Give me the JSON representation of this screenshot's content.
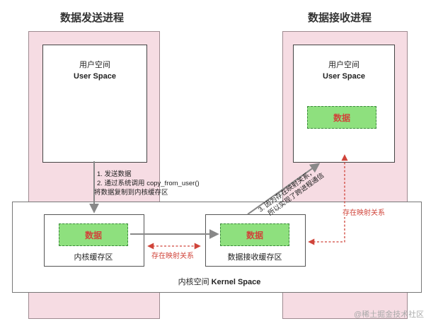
{
  "send_process": {
    "title": "数据发送进程",
    "user_space_cn": "用户空间",
    "user_space_en": "User Space"
  },
  "recv_process": {
    "title": "数据接收进程",
    "user_space_cn": "用户空间",
    "user_space_en": "User Space",
    "data_label": "数据"
  },
  "steps": {
    "step1": "1.  发送数据",
    "step2": "2.  通过系统调用 copy_from_user()",
    "step2b": "将数据复制到内核缓存区"
  },
  "step3": {
    "line1": "3. 因为存在映射关系，",
    "line2": "所以实现了跨进程通信"
  },
  "kernel": {
    "label_cn": "内核空间",
    "label_en": "Kernel Space",
    "kernel_buffer_label": "内核缓存区",
    "kernel_buffer_data": "数据",
    "recv_buffer_label": "数据接收缓存区",
    "recv_buffer_data": "数据"
  },
  "mapping": {
    "middle": "存在映射关系",
    "right": "存在映射关系"
  },
  "watermark": "@稀土掘金技术社区",
  "colors": {
    "process_bg": "#f6dce3",
    "data_fill": "#8ee07e",
    "mapping_red": "#d0443a",
    "arrow_gray": "#888888"
  }
}
